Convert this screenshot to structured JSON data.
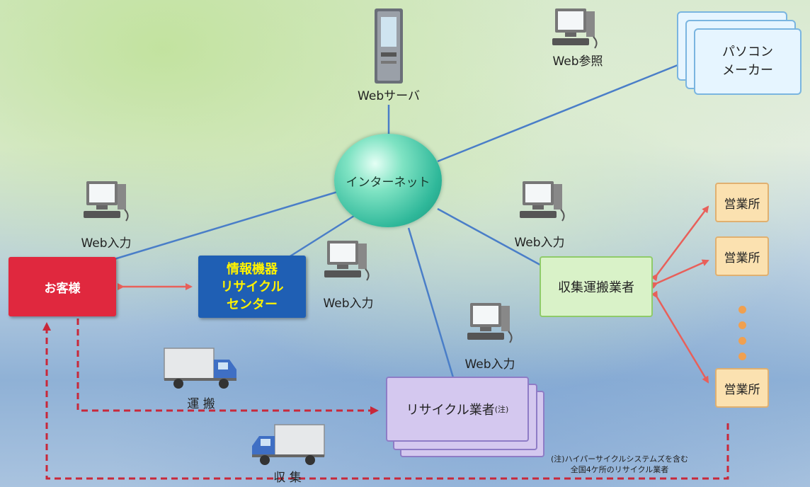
{
  "nodes": {
    "web_server": "Webサーバ",
    "internet": "インターネット",
    "web_view": "Web参照",
    "pc_maker": [
      "パソコン",
      "メーカー"
    ],
    "web_input_customer": "Web入力",
    "web_input_center": "Web入力",
    "web_input_collector": "Web入力",
    "web_input_recycler": "Web入力",
    "customer": "お客様",
    "recycle_center": [
      "情報機器",
      "リサイクル",
      "センター"
    ],
    "collector": "収集運搬業者",
    "office": "営業所",
    "recycler": "リサイクル業者",
    "recycler_note_mark": "(注)",
    "transport": "運 搬",
    "collection": "収 集"
  },
  "note": [
    "(注)ハイパーサイクルシステムズを含む",
    "全国4ケ所のリサイクル業者"
  ],
  "colors": {
    "network_line": "#4a7ec8",
    "arrow": "#e8605a",
    "dashed_flow": "#c8283a",
    "customer": "#e0283e",
    "center": "#1f5fb4",
    "center_text": "#fff200",
    "collector": "#d9f2c8",
    "office": "#fbe1b0",
    "recycler": "#d4c8ef"
  }
}
